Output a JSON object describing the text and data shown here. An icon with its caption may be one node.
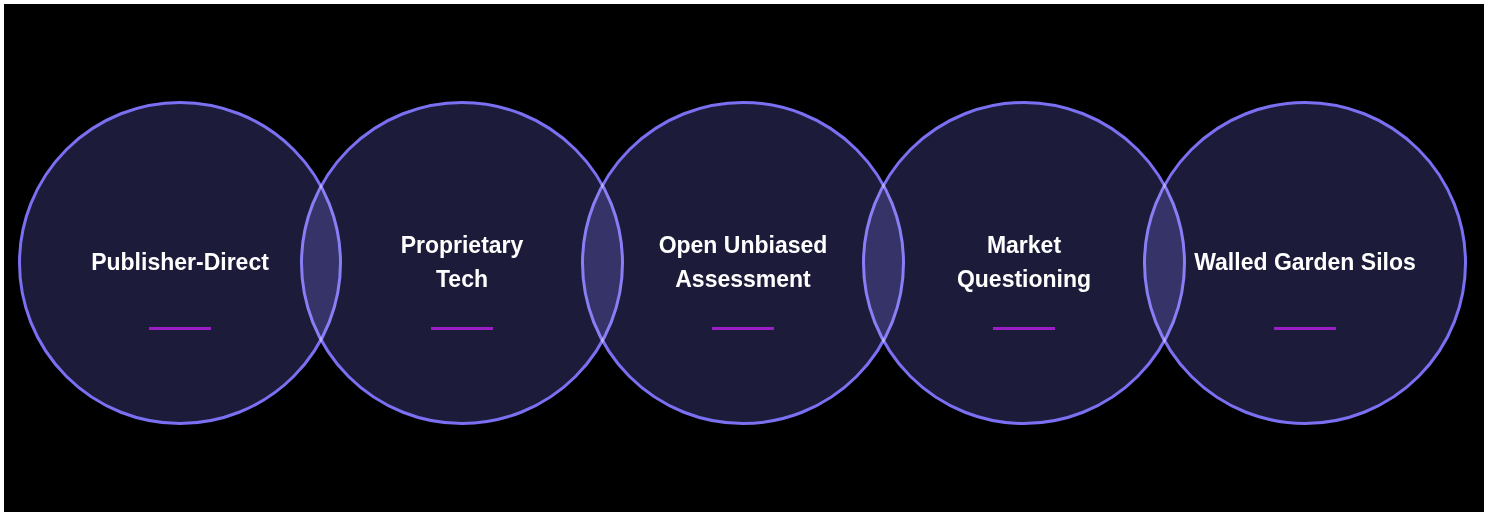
{
  "diagram": {
    "nodes": [
      {
        "text": [
          "Publisher-Direct"
        ]
      },
      {
        "text": [
          "Proprietary Tech"
        ]
      },
      {
        "text": [
          "Open Unbiased Assessment"
        ]
      },
      {
        "text": [
          "Market Questioning"
        ]
      },
      {
        "text": [
          "Walled Garden Silos"
        ]
      }
    ]
  }
}
